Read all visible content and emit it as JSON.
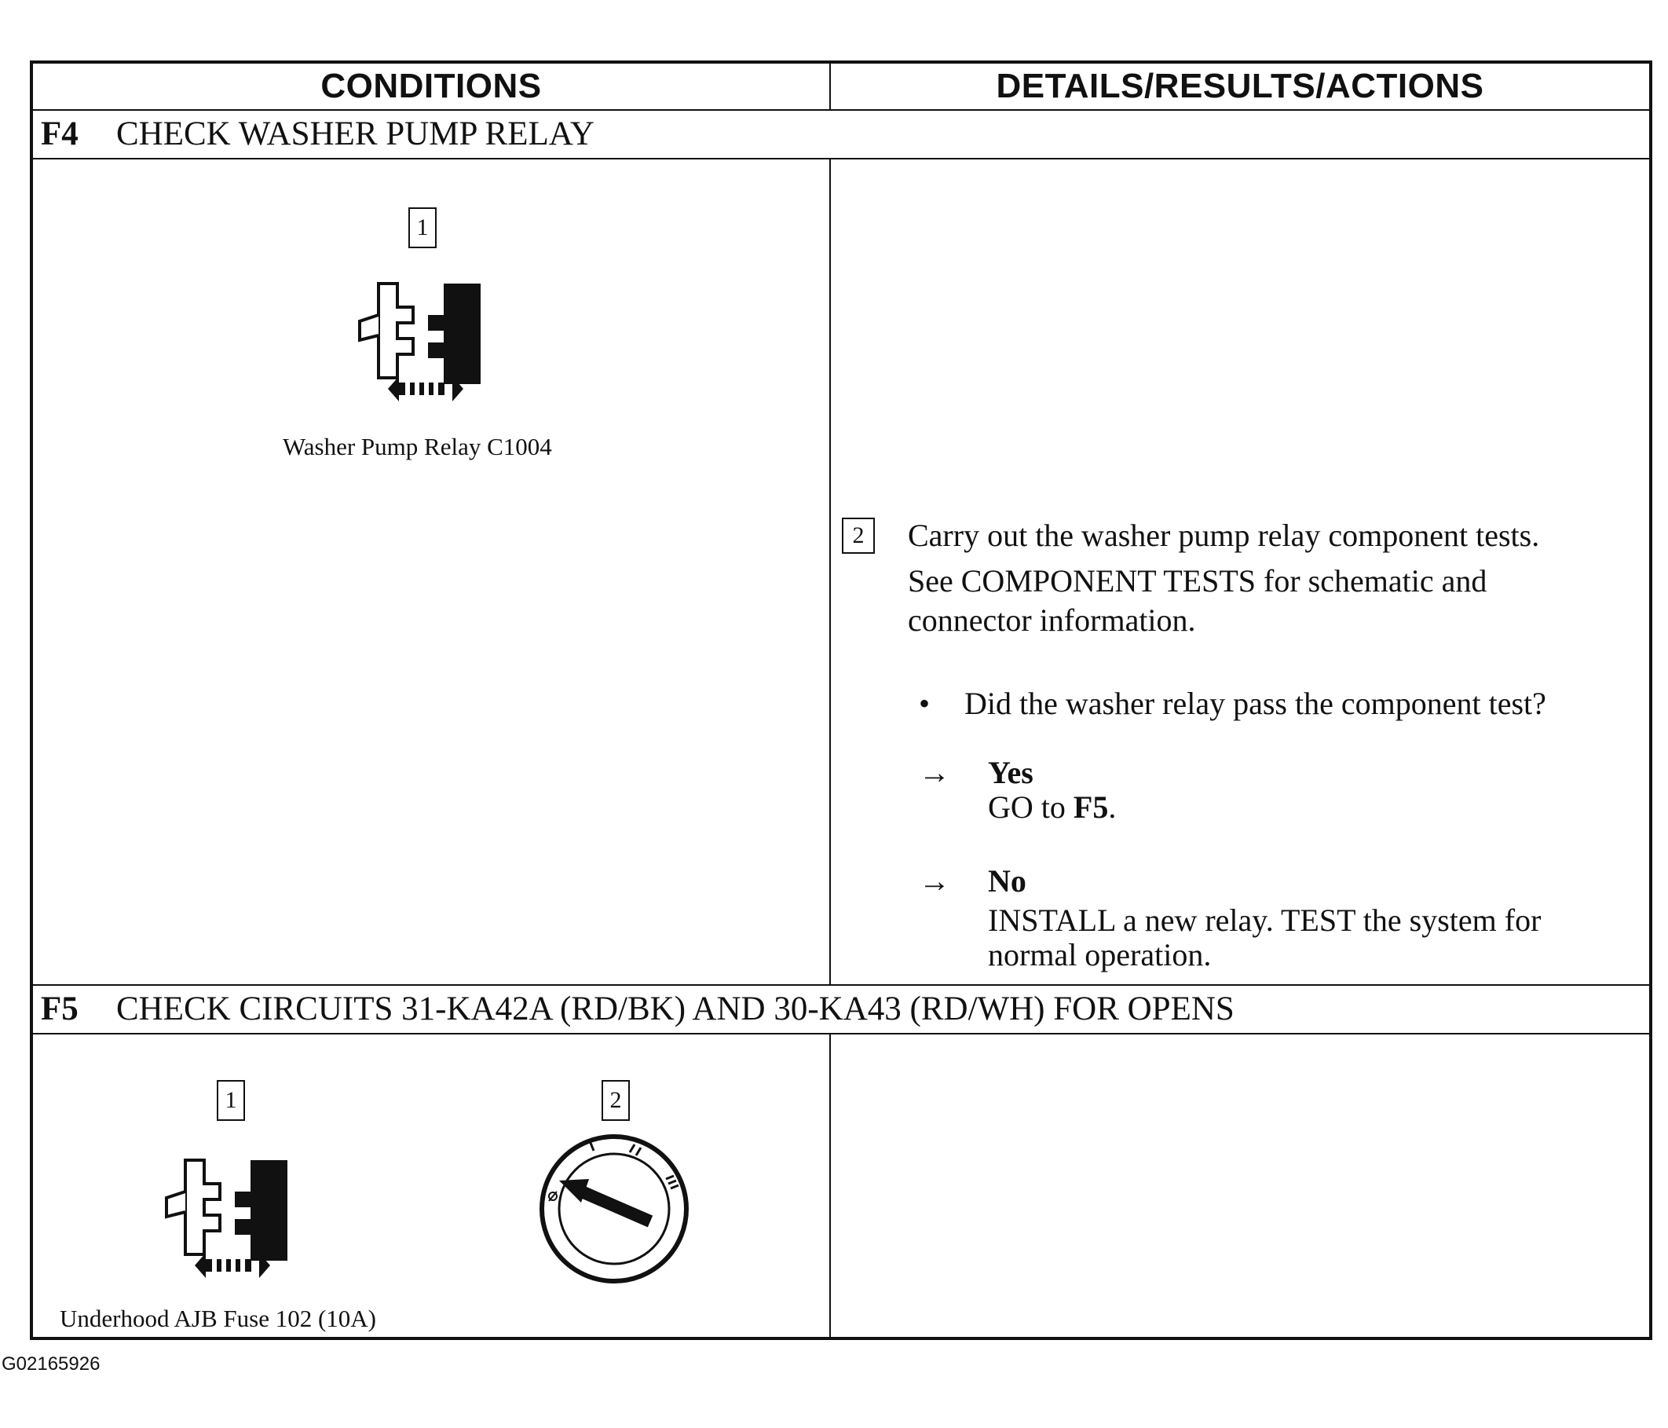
{
  "table": {
    "col_conditions": "CONDITIONS",
    "col_details": "DETAILS/RESULTS/ACTIONS"
  },
  "f4": {
    "id": "F4",
    "title": "CHECK WASHER PUMP RELAY",
    "callout1": "1",
    "caption": "Washer Pump Relay C1004",
    "callout2": "2",
    "action_line1": "Carry out the washer pump relay component tests.",
    "action_line2": "See COMPONENT TESTS for schematic and",
    "action_line3": "connector information.",
    "bullet": "•",
    "question": "Did the washer relay pass the component test?",
    "arrow": "→",
    "yes_label": "Yes",
    "yes_go": "GO to",
    "yes_target": "F5",
    "yes_period": ".",
    "no_label": "No",
    "no_line1": "INSTALL a new relay. TEST the system for",
    "no_line2": "normal operation."
  },
  "f5": {
    "id": "F5",
    "title": "CHECK CIRCUITS 31-KA42A (RD/BK) AND 30-KA43 (RD/WH) FOR OPENS",
    "callout1": "1",
    "callout2": "2",
    "caption": "Underhood AJB Fuse 102 (10A)"
  },
  "footer": {
    "figure_id": "G02165926"
  },
  "icons": {
    "relay": "relay-connector-icon",
    "arrow": "double-arrow-icon",
    "ignition": "ignition-switch-icon"
  }
}
